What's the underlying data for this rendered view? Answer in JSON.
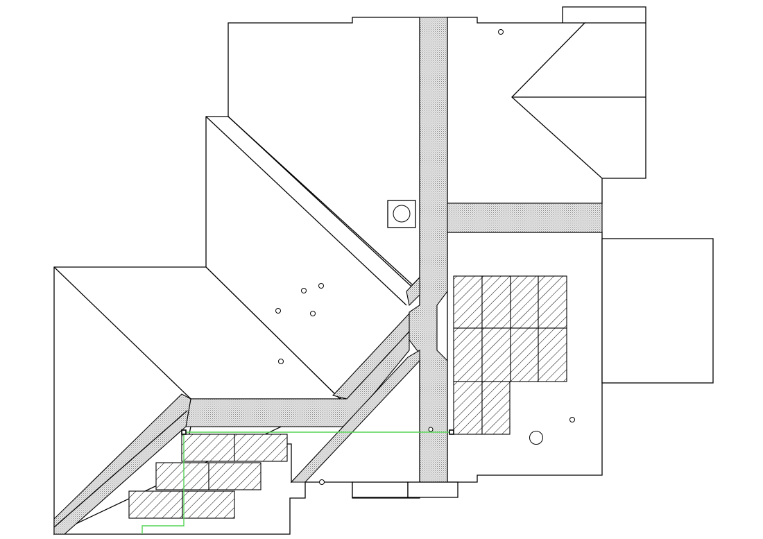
{
  "colors": {
    "background": "#ffffff",
    "outline": "#000000",
    "stipple": "#b8b8b8",
    "conduit": "#55d455"
  },
  "drawing": {
    "labels": [],
    "panel_arrays": [
      {
        "group": "east-roof",
        "rows": 3,
        "panel_count": 10
      },
      {
        "group": "west-roof",
        "rows": 3,
        "panel_count": 6
      }
    ]
  }
}
